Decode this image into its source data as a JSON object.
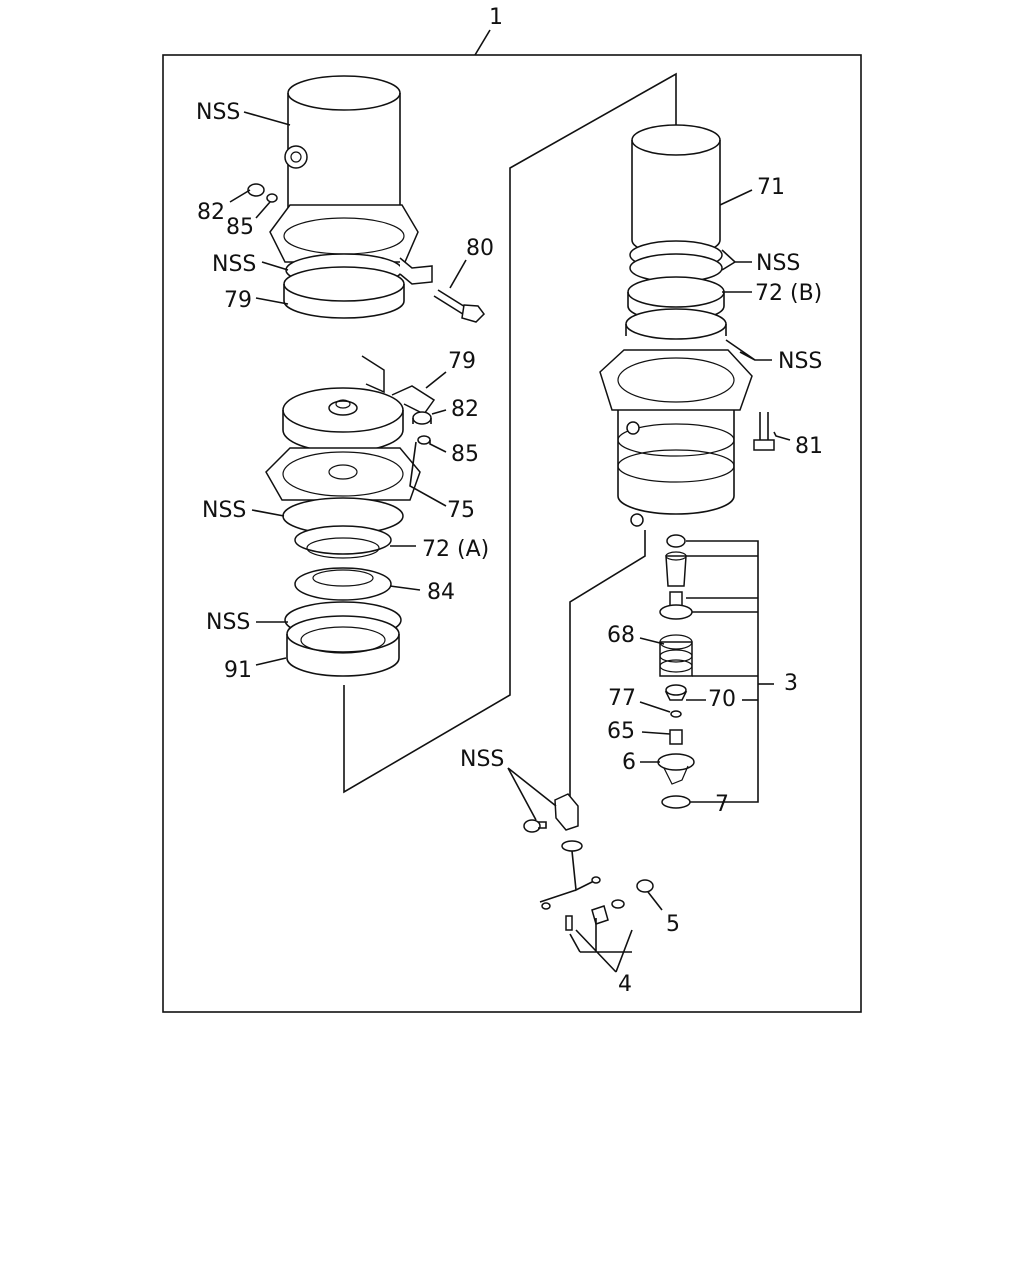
{
  "callouts": {
    "assembly_1": "1",
    "nss_top_left": "NSS",
    "p82_top": "82",
    "p85_top": "85",
    "nss_left_2": "NSS",
    "p79_top": "79",
    "p80": "80",
    "p79_mid": "79",
    "p82_mid": "82",
    "p85_mid": "85",
    "p75": "75",
    "nss_left_3": "NSS",
    "p72a": "72 (A)",
    "p84": "84",
    "nss_left_4": "NSS",
    "p91": "91",
    "p71": "71",
    "nss_right_1": "NSS",
    "p72b": "72 (B)",
    "nss_right_2": "NSS",
    "p81": "81",
    "p68": "68",
    "p3": "3",
    "p77": "77",
    "p70": "70",
    "p65": "65",
    "p6": "6",
    "p7": "7",
    "nss_bottom": "NSS",
    "p5": "5",
    "p4": "4"
  },
  "colors": {
    "line": "#111111",
    "background": "#ffffff"
  }
}
